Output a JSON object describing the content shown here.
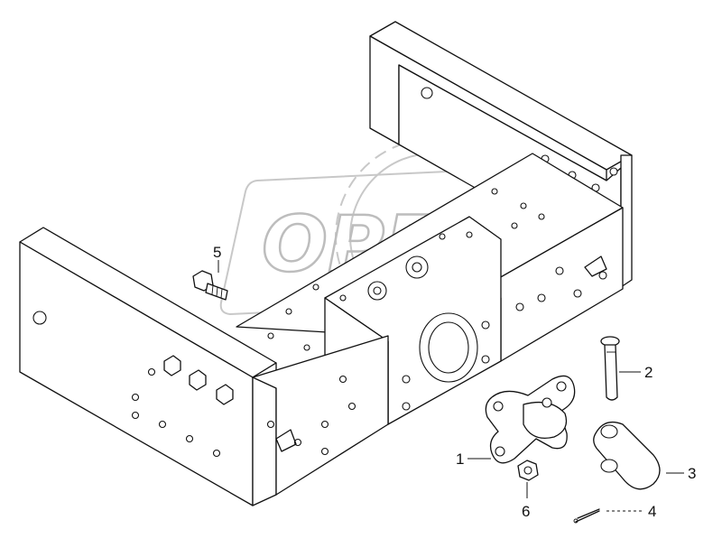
{
  "watermark": {
    "text": "OPEX"
  },
  "callouts": [
    {
      "id": "1",
      "label": "1"
    },
    {
      "id": "2",
      "label": "2"
    },
    {
      "id": "3",
      "label": "3"
    },
    {
      "id": "4",
      "label": "4"
    },
    {
      "id": "5",
      "label": "5"
    },
    {
      "id": "6",
      "label": "6"
    }
  ]
}
